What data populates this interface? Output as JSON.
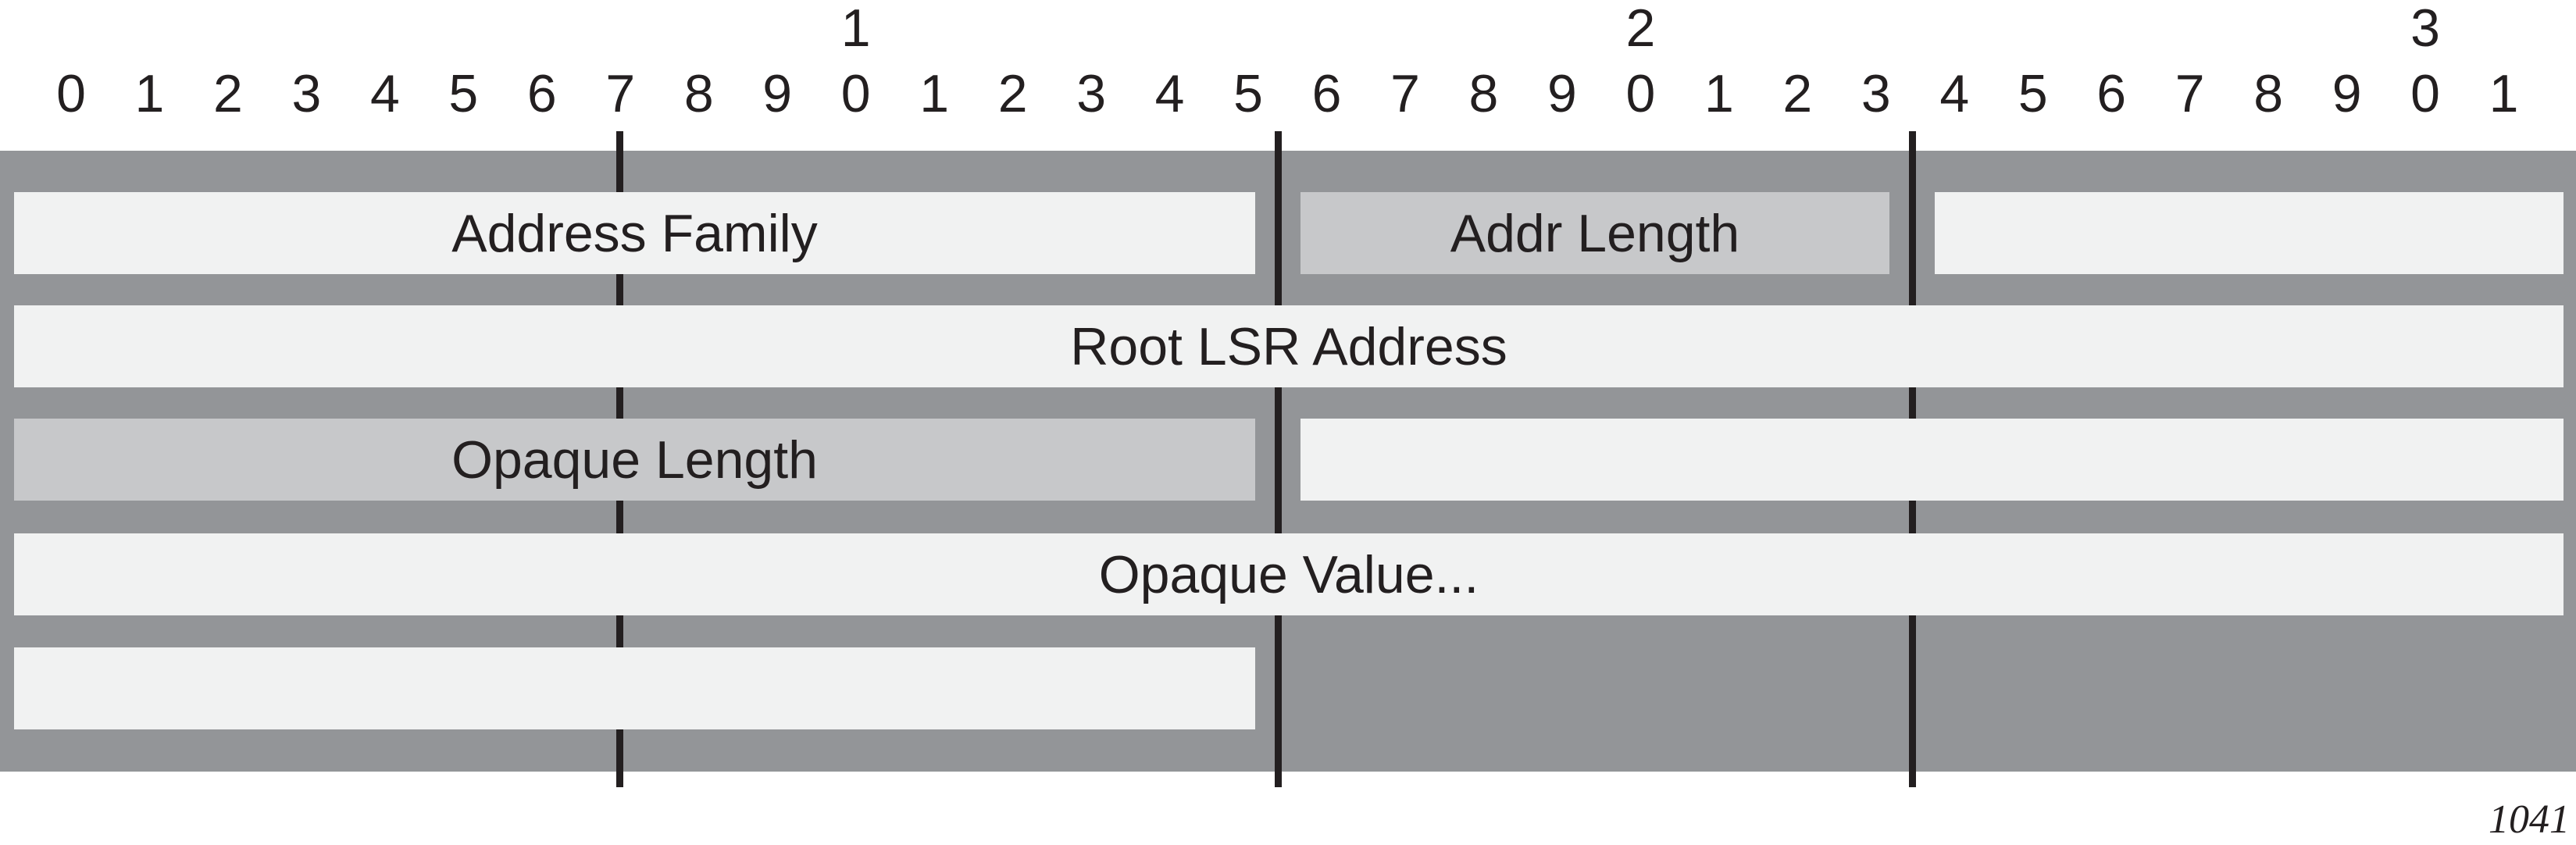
{
  "figure": {
    "kind": "packet-field-diagram",
    "page_number": "1041",
    "colors": {
      "background": "#ffffff",
      "band": "#939598",
      "field_light": "#f1f2f2",
      "field_shaded": "#c7c8ca",
      "ink": "#231f20"
    },
    "bit_ruler": {
      "tens_labels": [
        {
          "label": "1",
          "above_bit": 10
        },
        {
          "label": "2",
          "above_bit": 20
        },
        {
          "label": "3",
          "above_bit": 30
        }
      ],
      "bit_labels": [
        "0",
        "1",
        "2",
        "3",
        "4",
        "5",
        "6",
        "7",
        "8",
        "9",
        "0",
        "1",
        "2",
        "3",
        "4",
        "5",
        "6",
        "7",
        "8",
        "9",
        "0",
        "1",
        "2",
        "3",
        "4",
        "5",
        "6",
        "7",
        "8",
        "9",
        "0",
        "1"
      ]
    },
    "byte_boundary_rules_after_bits": [
      8,
      16,
      24
    ],
    "rows": [
      {
        "fields": [
          {
            "label": "Address Family",
            "bits": [
              0,
              15
            ],
            "shade": "light"
          },
          {
            "label": "Addr Length",
            "bits": [
              16,
              23
            ],
            "shade": "shaded"
          },
          {
            "label": "",
            "bits": [
              24,
              31
            ],
            "shade": "light"
          }
        ]
      },
      {
        "fields": [
          {
            "label": "Root LSR Address",
            "bits": [
              0,
              31
            ],
            "shade": "light"
          }
        ]
      },
      {
        "fields": [
          {
            "label": "Opaque Length",
            "bits": [
              0,
              15
            ],
            "shade": "shaded"
          },
          {
            "label": "",
            "bits": [
              16,
              31
            ],
            "shade": "light"
          }
        ]
      },
      {
        "fields": [
          {
            "label": "Opaque Value...",
            "bits": [
              0,
              31
            ],
            "shade": "light"
          }
        ]
      },
      {
        "fields": [
          {
            "label": "",
            "bits": [
              0,
              15
            ],
            "shade": "light"
          }
        ]
      }
    ]
  }
}
